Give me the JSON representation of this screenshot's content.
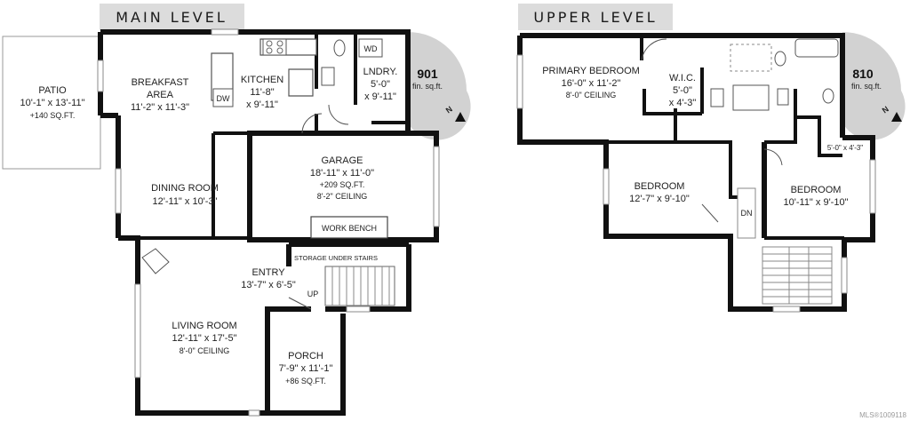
{
  "main_level": {
    "title": "MAIN LEVEL",
    "sqft_value": "901",
    "sqft_unit": "fin. sq.ft.",
    "compass": "N",
    "rooms": {
      "patio": {
        "name": "PATIO",
        "dims": "10'-1\" x 13'-11\"",
        "extra": "+140 SQ.FT."
      },
      "breakfast": {
        "name": "BREAKFAST",
        "name2": "AREA",
        "dims": "11'-2\" x 11'-3\""
      },
      "kitchen": {
        "name": "KITCHEN",
        "dims": "11'-8\"",
        "dims2": "x 9'-11\""
      },
      "laundry": {
        "name": "LNDRY.",
        "dims": "5'-0\"",
        "dims2": "x 9'-11\""
      },
      "dining": {
        "name": "DINING ROOM",
        "dims": "12'-11\" x 10'-3\""
      },
      "garage": {
        "name": "GARAGE",
        "dims": "18'-11\" x 11'-0\"",
        "extra": "+209 SQ.FT.",
        "ceiling": "8'-2\" CEILING"
      },
      "work_bench": {
        "name": "WORK BENCH"
      },
      "storage": {
        "name": "STORAGE UNDER STAIRS"
      },
      "entry": {
        "name": "ENTRY",
        "dims": "13'-7\" x 6'-5\"",
        "up": "UP"
      },
      "living": {
        "name": "LIVING ROOM",
        "dims": "12'-11\" x 17'-5\"",
        "ceiling": "8'-0\" CEILING"
      },
      "porch": {
        "name": "PORCH",
        "dims": "7'-9\" x 11'-1\"",
        "extra": "+86 SQ.FT."
      }
    },
    "appliances": {
      "dw": "DW",
      "wd": "WD"
    }
  },
  "upper_level": {
    "title": "UPPER LEVEL",
    "sqft_value": "810",
    "sqft_unit": "fin. sq.ft.",
    "compass": "N",
    "rooms": {
      "primary": {
        "name": "PRIMARY BEDROOM",
        "dims": "16'-0\" x 11'-2\"",
        "ceiling": "8'-0\" CEILING"
      },
      "wic": {
        "name": "W.I.C.",
        "dims": "5'-0\"",
        "dims2": "x 4'-3\""
      },
      "bedroom2": {
        "name": "BEDROOM",
        "dims": "12'-7\" x 9'-10\""
      },
      "bedroom3": {
        "name": "BEDROOM",
        "dims": "10'-11\" x 9'-10\""
      },
      "closet": {
        "name": "5'-0\" x 4'-3\""
      },
      "stairs_dn": "DN"
    }
  },
  "watermark": "MLS®1009118"
}
